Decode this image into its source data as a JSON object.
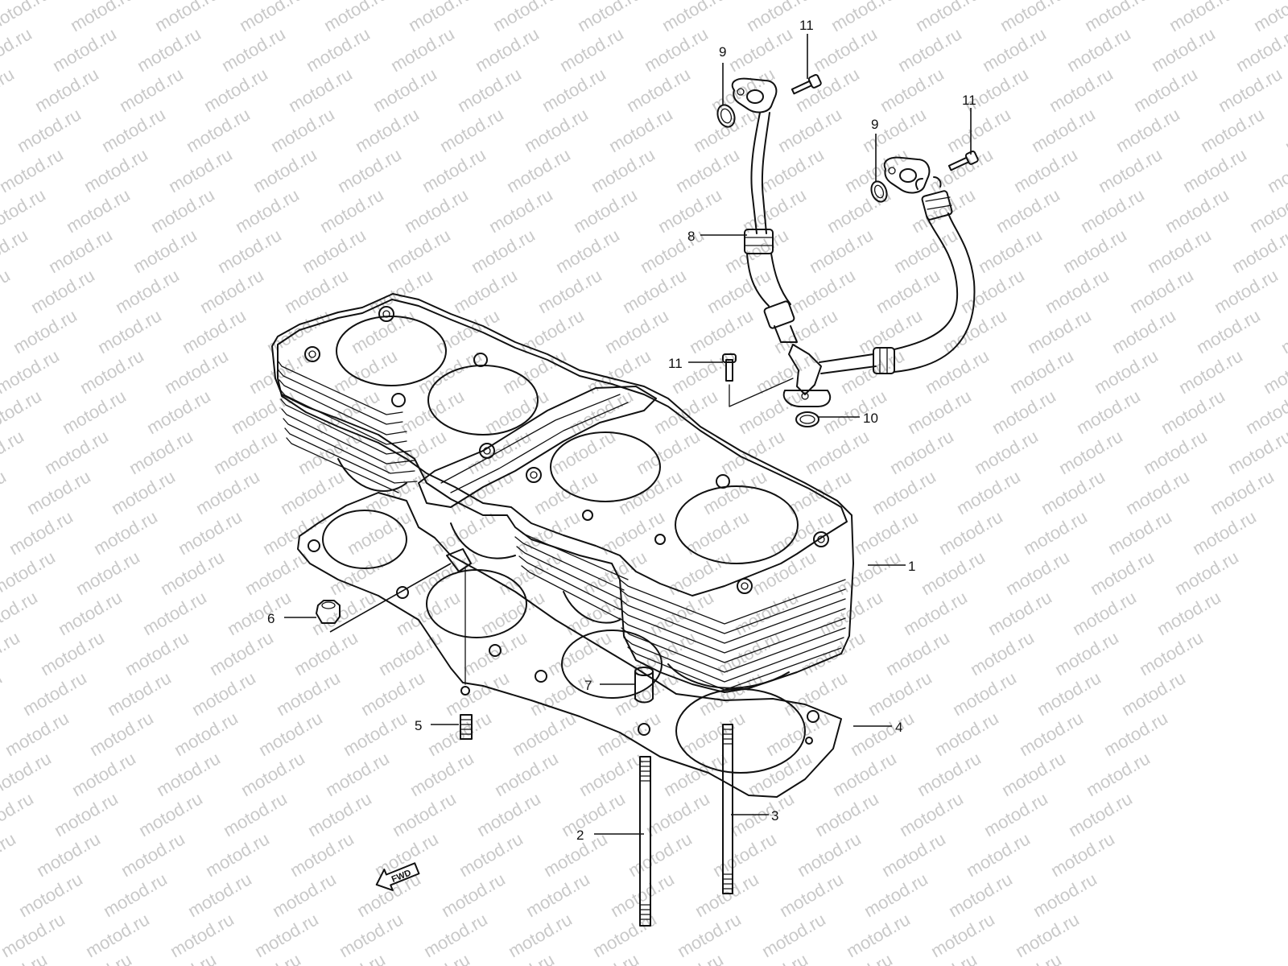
{
  "watermark": "motod.ru",
  "fwd_label": "FWD",
  "callouts": [
    "1",
    "2",
    "3",
    "4",
    "5",
    "6",
    "7",
    "8",
    "9",
    "9",
    "10",
    "11",
    "11",
    "11"
  ]
}
